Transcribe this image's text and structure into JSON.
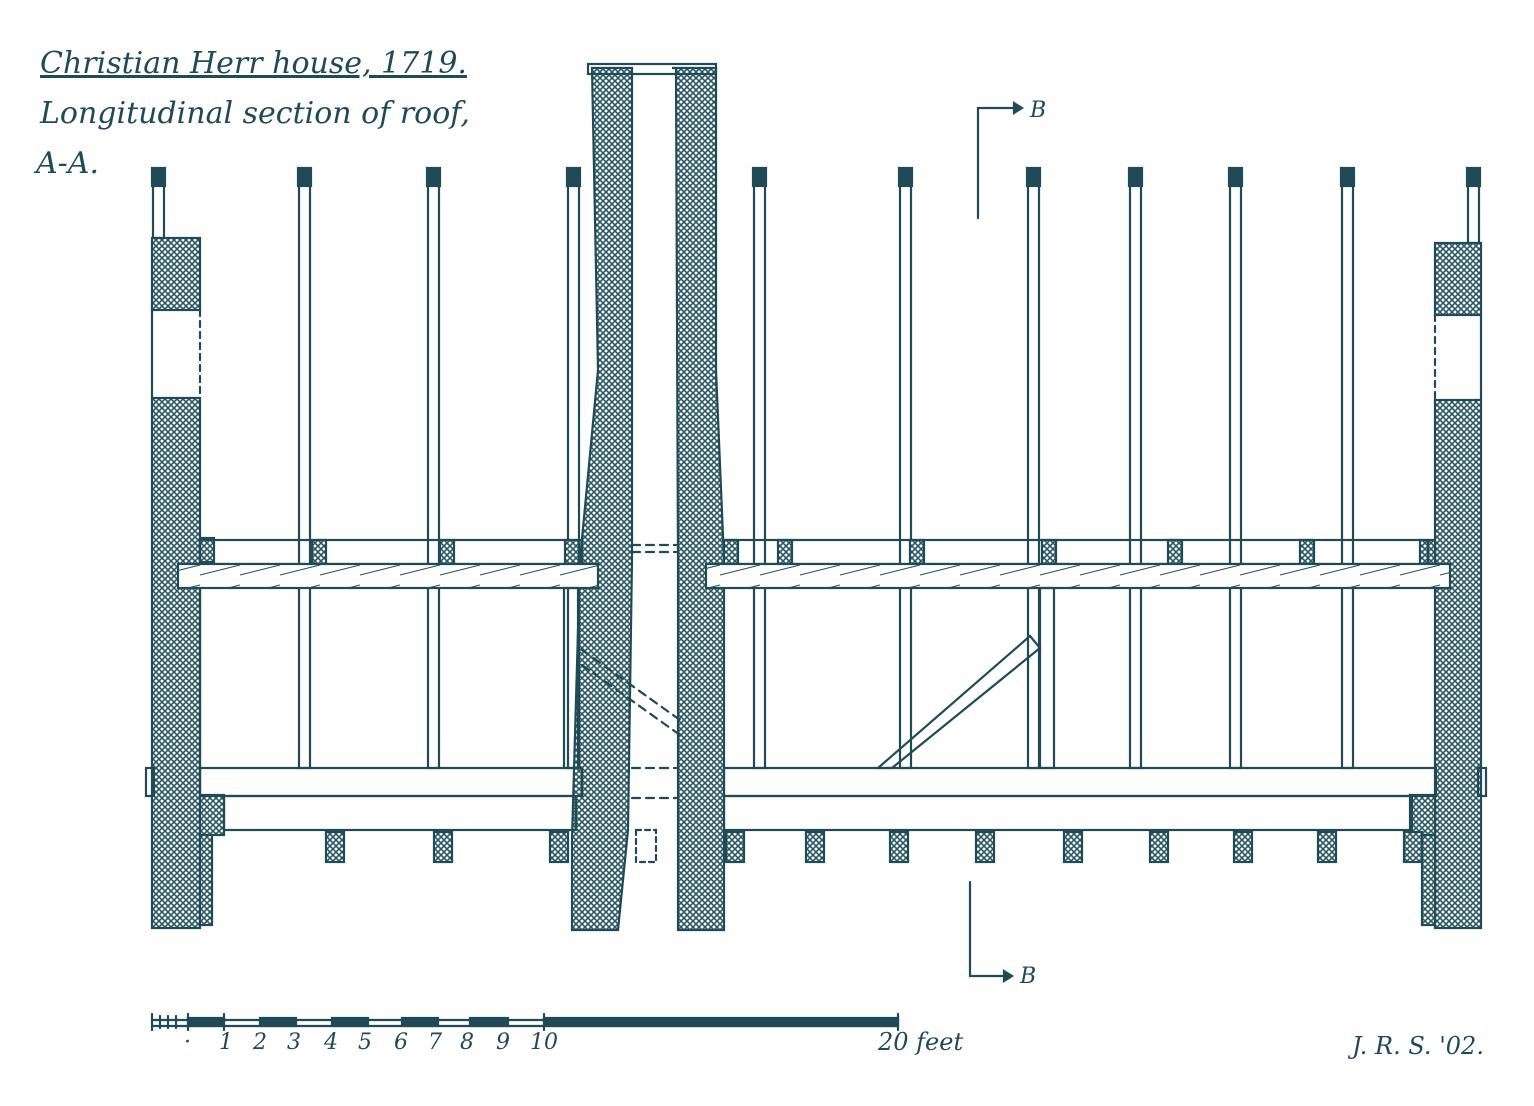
{
  "title": {
    "line1": "Christian Herr house, 1719.",
    "line2": "Longitudinal section of roof,",
    "line3": "A-A."
  },
  "section_marks": {
    "top": "B",
    "bottom": "B"
  },
  "scale": {
    "ticks": [
      "·",
      "1",
      "2",
      "3",
      "4",
      "5",
      "6",
      "7",
      "8",
      "9",
      "10"
    ],
    "end_label": "20 feet"
  },
  "signature": "J. R. S. '02.",
  "colors": {
    "ink": "#1f4a56",
    "paper": "#ffffff",
    "hatch": "#2c5866"
  }
}
